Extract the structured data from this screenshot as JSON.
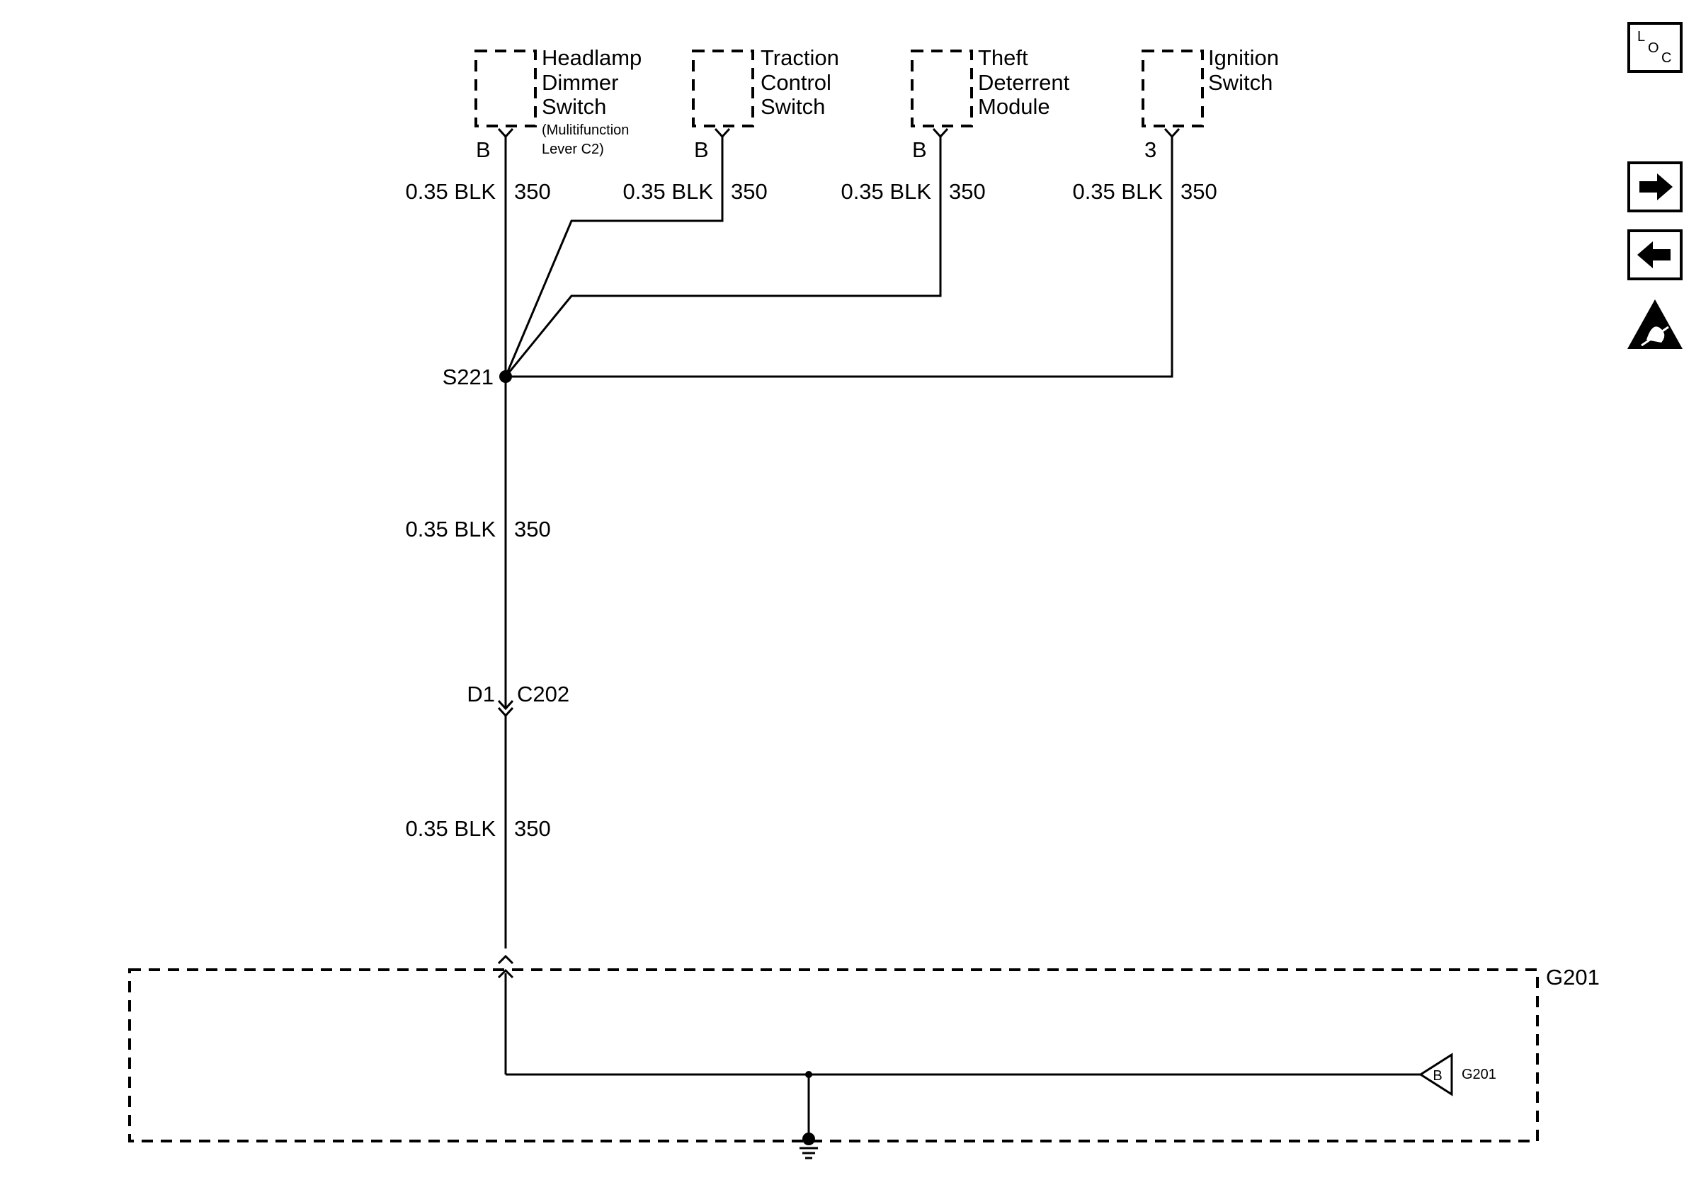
{
  "components": [
    {
      "label_lines": [
        "Headlamp",
        "Dimmer",
        "Switch"
      ],
      "note_lines": [
        "(Mulitifunction",
        "Lever C2)"
      ],
      "pin": "B"
    },
    {
      "label_lines": [
        "Traction",
        "Control",
        "Switch"
      ],
      "pin": "B"
    },
    {
      "label_lines": [
        "Theft",
        "Deterrent",
        "Module"
      ],
      "pin": "B"
    },
    {
      "label_lines": [
        "Ignition",
        "Switch"
      ],
      "pin": "3"
    }
  ],
  "wire_label": {
    "gauge_color": "0.35 BLK",
    "circuit": "350"
  },
  "splice": "S221",
  "connector": {
    "pin": "D1",
    "name": "C202"
  },
  "ground": {
    "name": "G201",
    "tag_letter": "B",
    "tag_label": "G201"
  },
  "toolbar": {
    "loc": {
      "top": "L",
      "mid": "O",
      "sub": "C"
    },
    "icons": [
      "next-arrow-icon",
      "back-arrow-icon",
      "esd-warning-icon"
    ]
  },
  "colors": {
    "line": "#000000",
    "background": "#ffffff"
  }
}
